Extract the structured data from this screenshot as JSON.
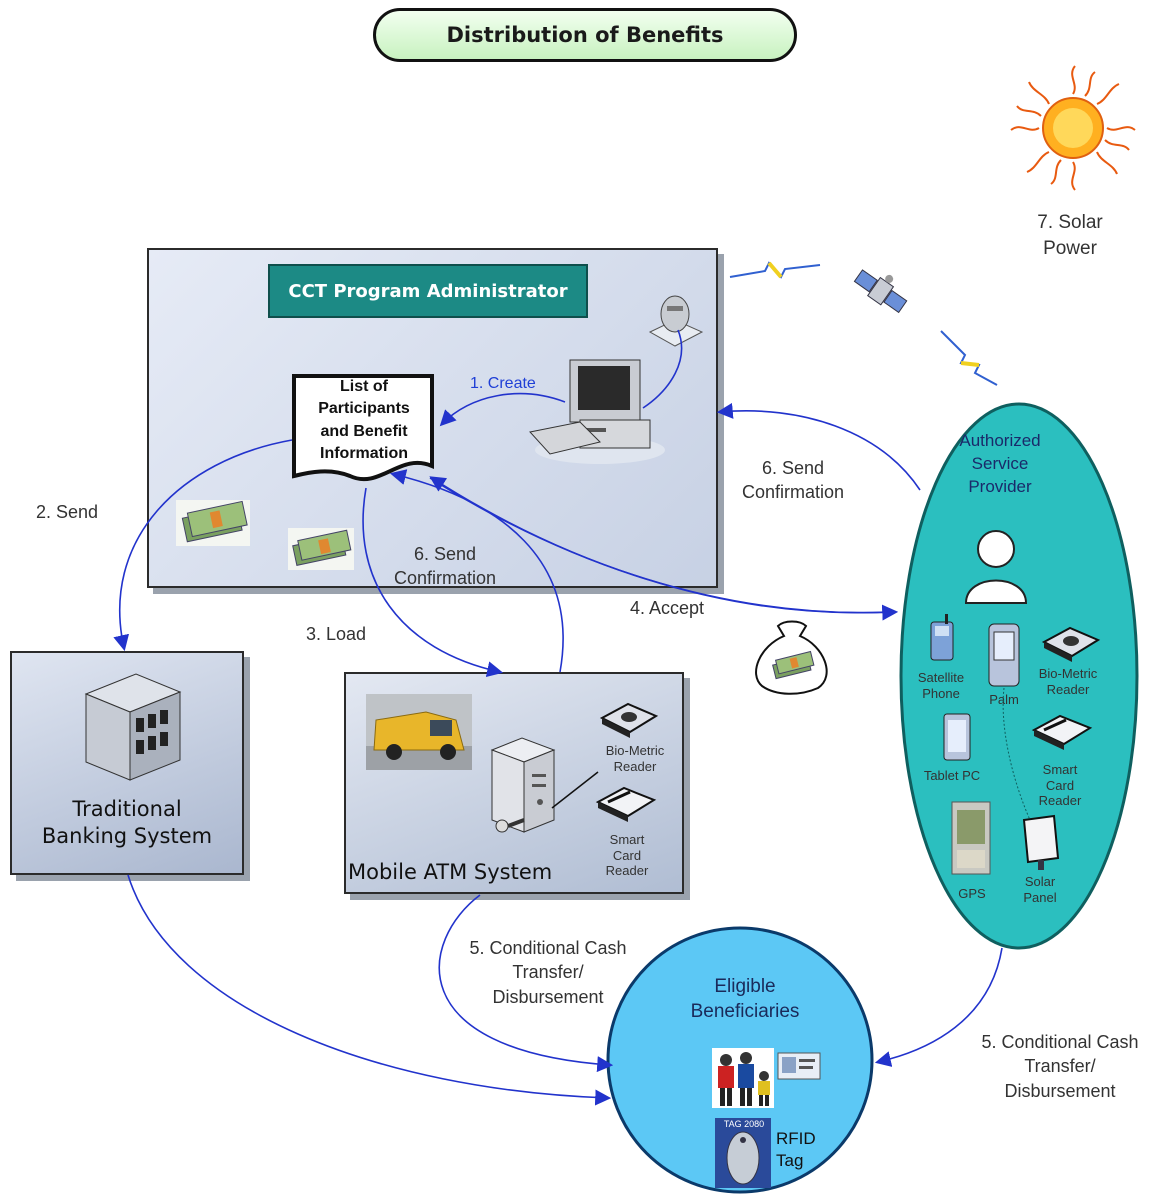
{
  "title": "Distribution of Benefits",
  "admin": {
    "header": "CCT Program Administrator",
    "doc_lines": [
      "List of",
      "Participants",
      "and Benefit",
      "Information"
    ],
    "create_label": "1. Create"
  },
  "bank": {
    "title_lines": [
      "Traditional",
      "Banking System"
    ]
  },
  "atm": {
    "title": "Mobile ATM System",
    "biometric_lines": [
      "Bio-Metric",
      "Reader"
    ],
    "smartcard_lines": [
      "Smart",
      "Card",
      "Reader"
    ]
  },
  "provider": {
    "title_lines": [
      "Authorized",
      "Service",
      "Provider"
    ],
    "satellite_phone_lines": [
      "Satellite",
      "Phone"
    ],
    "palm": "Palm",
    "biometric_lines": [
      "Bio-Metric",
      "Reader"
    ],
    "tablet": "Tablet PC",
    "smartcard_lines": [
      "Smart",
      "Card",
      "Reader"
    ],
    "gps": "GPS",
    "solar_panel_lines": [
      "Solar",
      "Panel"
    ]
  },
  "beneficiaries": {
    "title_lines": [
      "Eligible",
      "Beneficiaries"
    ],
    "rfid_lines": [
      "RFID",
      "Tag"
    ],
    "tag_text": "TAG 2080"
  },
  "solar": {
    "label_lines": [
      "7. Solar",
      "Power"
    ]
  },
  "steps": {
    "send": "2. Send",
    "load": "3. Load",
    "accept": "4. Accept",
    "confirm_center_lines": [
      "6. Send",
      "Confirmation"
    ],
    "confirm_right_lines": [
      "6. Send",
      "Confirmation"
    ],
    "cct_center_lines": [
      "5. Conditional Cash",
      "Transfer/",
      "Disbursement"
    ],
    "cct_right_lines": [
      "5. Conditional Cash",
      "Transfer/",
      "Disbursement"
    ]
  },
  "colors": {
    "arrow": "#2233cc",
    "admin_header": "#1c8a85",
    "provider_fill": "#2bbfbf",
    "beneficiary_fill": "#5cc8f5",
    "title_fill": "#d8f7d2"
  }
}
